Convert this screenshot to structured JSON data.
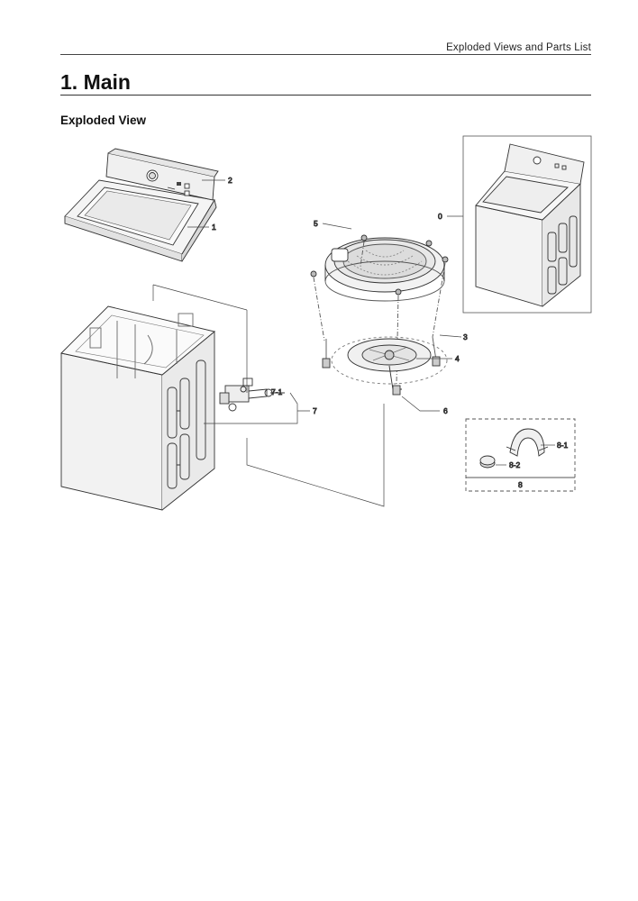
{
  "header": {
    "running_title": "Exploded Views and Parts List"
  },
  "page": {
    "title": "1. Main",
    "section": "Exploded View"
  },
  "callouts": {
    "c0": "0",
    "c1": "1",
    "c2": "2",
    "c3": "3",
    "c4": "4",
    "c5": "5",
    "c6": "6",
    "c7": "7",
    "c7_1": "7-1",
    "c8": "8",
    "c8_1": "8-1",
    "c8_2": "8-2"
  }
}
